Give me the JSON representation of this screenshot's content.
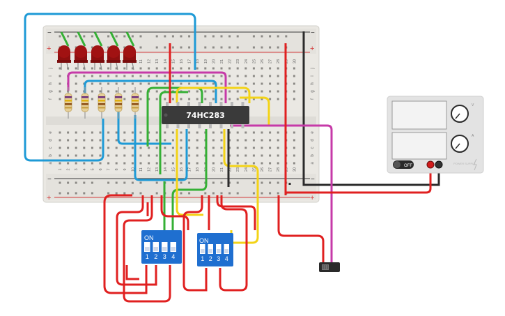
{
  "ic": {
    "label": "74HC283"
  },
  "breadboard": {
    "rail_minus": "−",
    "rail_plus": "+",
    "row_letters_top": [
      "j",
      "i",
      "h",
      "g",
      "f"
    ],
    "row_letters_bottom": [
      "e",
      "d",
      "c",
      "b",
      "a"
    ],
    "column_numbers": [
      "1",
      "2",
      "3",
      "4",
      "5",
      "6",
      "7",
      "8",
      "9",
      "10",
      "11",
      "12",
      "13",
      "14",
      "15",
      "16",
      "17",
      "18",
      "19",
      "20",
      "21",
      "22",
      "23",
      "24",
      "25",
      "26",
      "27",
      "28",
      "29",
      "30"
    ]
  },
  "dip_switch_1": {
    "label_on": "ON",
    "pin_labels": [
      "1",
      "2",
      "3",
      "4"
    ]
  },
  "dip_switch_2": {
    "label_on": "ON",
    "pin_labels": [
      "1",
      "2",
      "3",
      "4"
    ]
  },
  "power_supply": {
    "button_label": "OFF",
    "brand_label": "POWER SUPPLY",
    "knob_labels": [
      "V",
      "A"
    ]
  },
  "led_count": 5,
  "resistor_count": 5,
  "colors": {
    "wire_red": "#e02020",
    "wire_green": "#35b035",
    "wire_yellow": "#f3d317",
    "wire_blue": "#1e9ad6",
    "wire_magenta": "#c63aa8",
    "wire_black": "#2b2b2b",
    "dip_blue": "#1f6fd0",
    "led_red": "#a11212",
    "breadboard": "#e9e7e2"
  }
}
